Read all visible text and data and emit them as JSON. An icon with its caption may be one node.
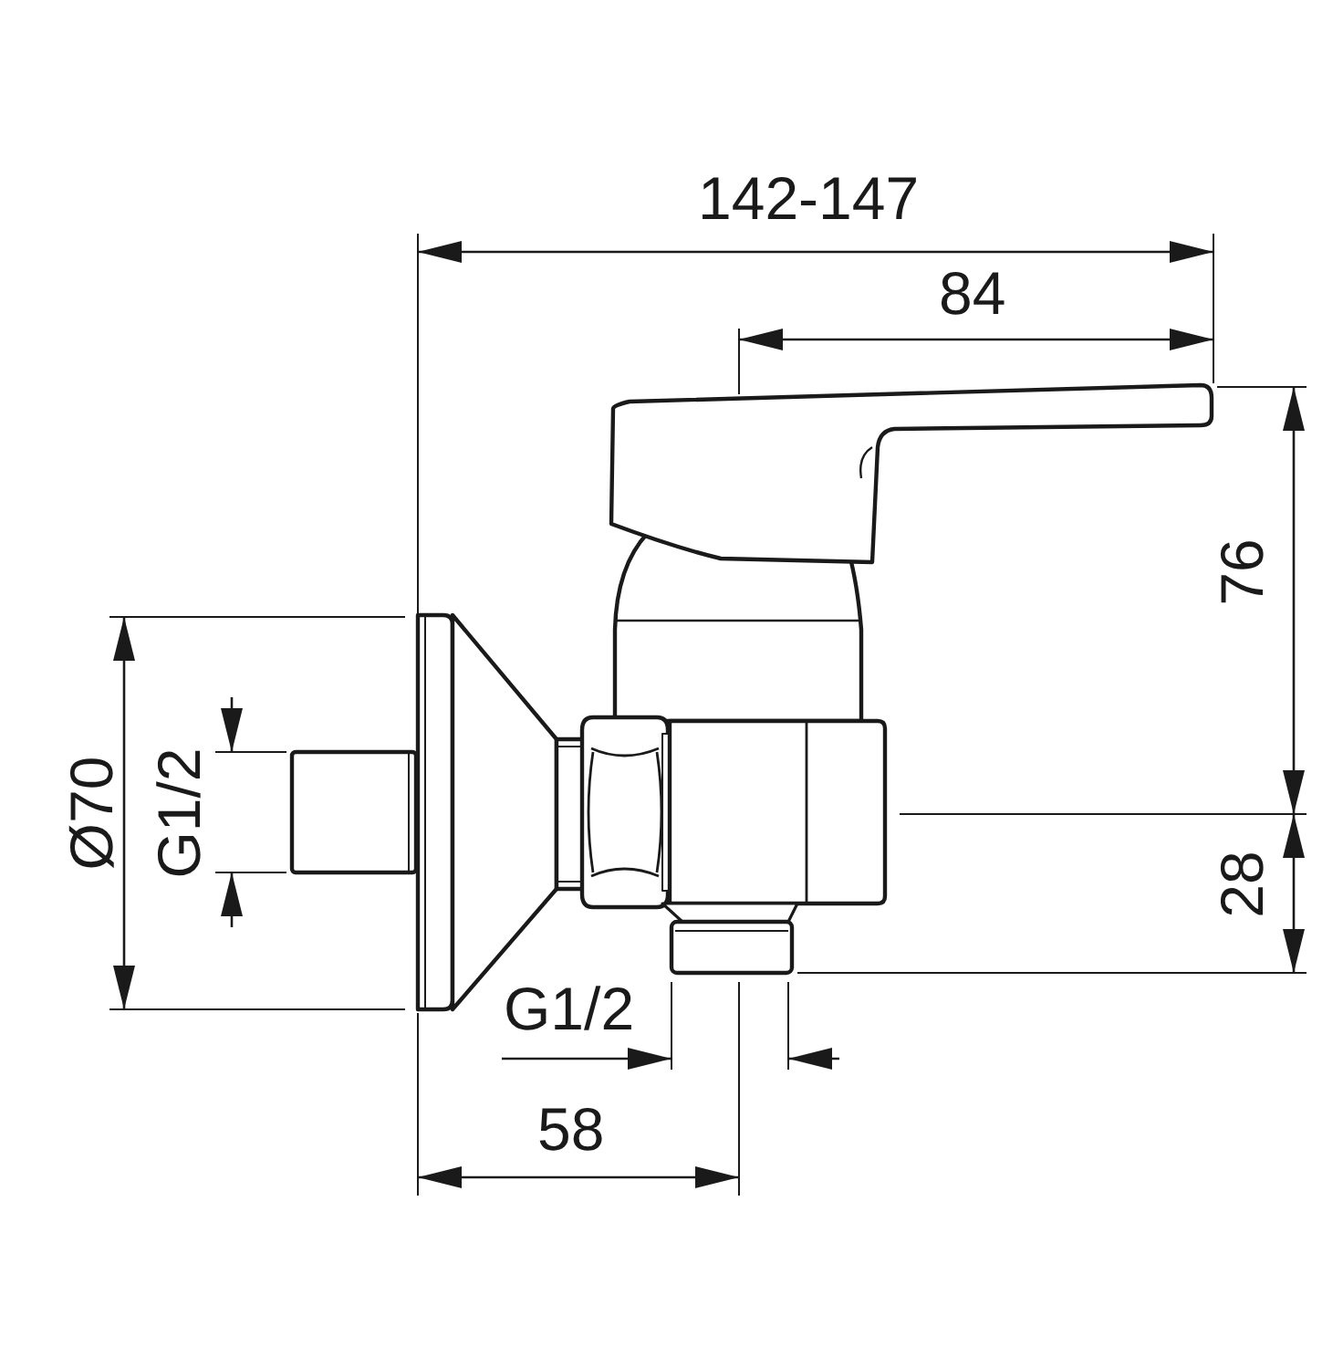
{
  "diagram": {
    "labels": [
      "142-147",
      "84",
      "76",
      "28",
      "Ø70",
      "G1/2",
      "G1/2",
      "58"
    ]
  }
}
